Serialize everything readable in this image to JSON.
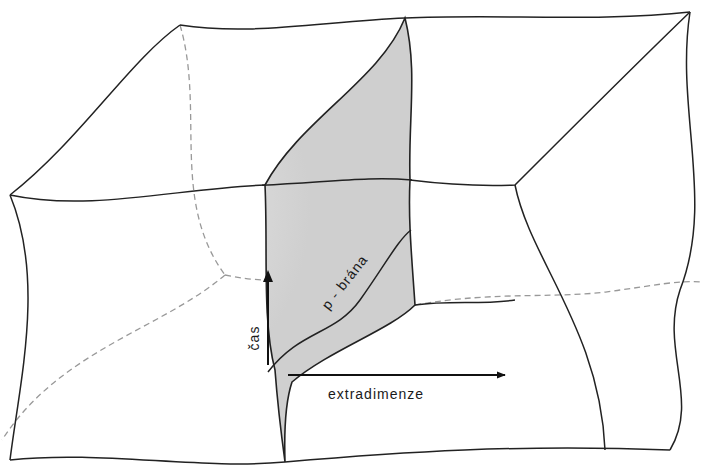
{
  "diagram": {
    "nodes": [
      {
        "text": [
          "p - brána"
        ]
      }
    ],
    "labels": [
      "čas",
      "extradimenze"
    ]
  }
}
